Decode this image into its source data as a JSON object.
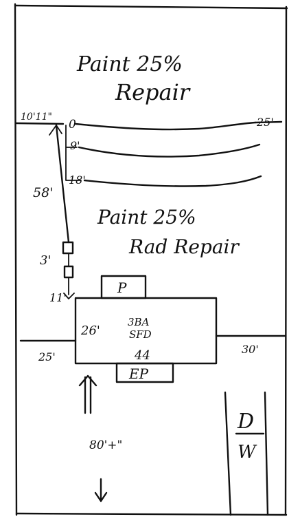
{
  "labels": {
    "paint_top_line1": "Paint 25%",
    "paint_top_line2": "Repair",
    "paint_mid_line1": "Paint 25%",
    "paint_mid_line2": "Rad Repair",
    "left_coord": "10'11\"",
    "right_25_top": "25'",
    "line_0": "0",
    "line_9": "9'",
    "line_18": "18'",
    "dim_58": "58'",
    "dim_3": "3'",
    "dim_11": "11'",
    "box_26": "26'",
    "box_bay_line1": "3BA",
    "box_bay_line2": "SFD",
    "box_44": "44",
    "tab_top": "P",
    "tab_bottom": "EP",
    "left_25": "25'",
    "right_30": "30'",
    "dim_80": "80'+\"",
    "dw_top": "D",
    "dw_bottom": "W"
  }
}
